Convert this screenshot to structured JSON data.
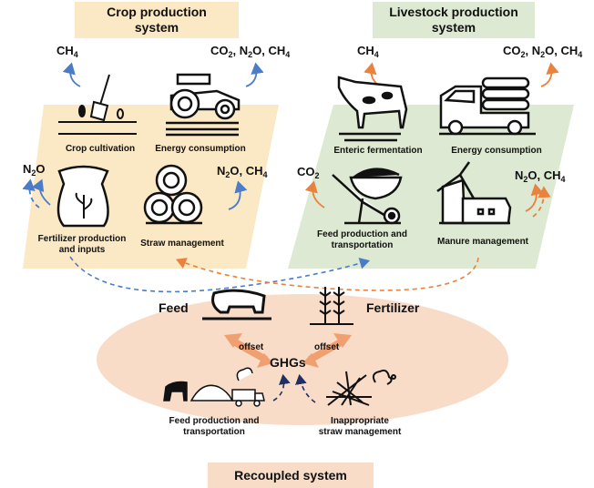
{
  "colors": {
    "crop_bg": "#fbe8c4",
    "livestock_bg": "#dde9d2",
    "recoupled_bg": "#f8dcc8",
    "blue_arrow": "#4a7cc7",
    "orange_arrow": "#e8823c",
    "offset_arrow": "#f0a070",
    "dark_blue_arrow": "#1f2f66"
  },
  "crop": {
    "title_line1": "Crop production",
    "title_line2": "system",
    "cultivation": {
      "label": "Crop cultivation",
      "gas": "CH",
      "gas_sub": "4",
      "icon": "shovel-seedlings-icon"
    },
    "energy": {
      "label": "Energy consumption",
      "gas_parts": [
        "CO",
        "2",
        ", N",
        "2",
        "O, CH",
        "4"
      ],
      "icon": "tractor-icon"
    },
    "fertilizer": {
      "label_line1": "Fertilizer production",
      "label_line2": "and inputs",
      "gas_parts": [
        "N",
        "2",
        "O"
      ],
      "icon": "fertilizer-bag-icon"
    },
    "straw": {
      "label": "Straw management",
      "gas_parts": [
        "N",
        "2",
        "O, CH",
        "4"
      ],
      "icon": "hay-bales-icon"
    }
  },
  "livestock": {
    "title_line1": "Livestock production",
    "title_line2": "system",
    "enteric": {
      "label": "Enteric fermentation",
      "gas": "CH",
      "gas_sub": "4",
      "icon": "cow-icon"
    },
    "energy": {
      "label": "Energy consumption",
      "gas_parts": [
        "CO",
        "2",
        ", N",
        "2",
        "O, CH",
        "4"
      ],
      "icon": "truck-icon"
    },
    "feed": {
      "label_line1": "Feed production and",
      "label_line2": "transportation",
      "gas_parts": [
        "CO",
        "2"
      ],
      "icon": "wheelbarrow-icon"
    },
    "manure": {
      "label": "Manure management",
      "gas_parts": [
        "N",
        "2",
        "O, CH",
        "4"
      ],
      "icon": "barn-windmill-icon"
    }
  },
  "recoupled": {
    "title": "Recoupled system",
    "feed_label": "Feed",
    "fertilizer_label": "Fertilizer",
    "offset_left": "offset",
    "offset_right": "offset",
    "ghgs": "GHGs",
    "feed_prod_line1": "Feed production and",
    "feed_prod_line2": "transportation",
    "straw_line1": "Inappropriate",
    "straw_line2": "straw management"
  }
}
